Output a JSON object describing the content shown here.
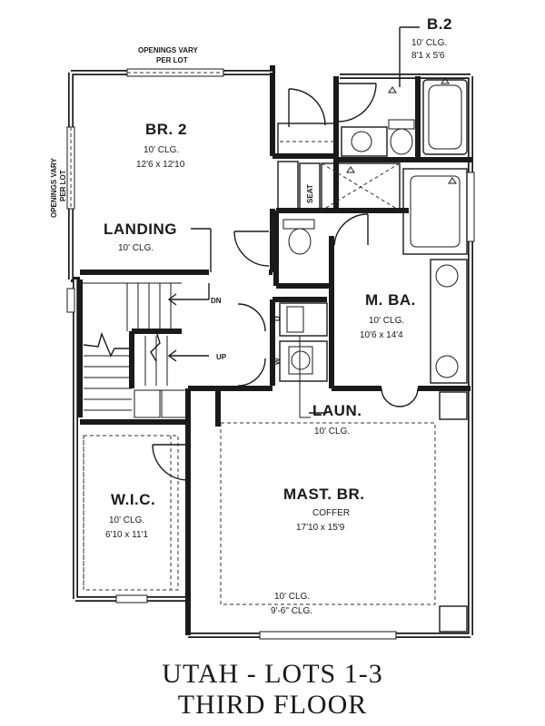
{
  "rooms": {
    "bath2": {
      "name": "B.2",
      "ceiling": "10' CLG.",
      "size": "8'1 x 5'6"
    },
    "bedroom2": {
      "name": "BR. 2",
      "ceiling": "10' CLG.",
      "size": "12'6 x 12'10"
    },
    "landing": {
      "name": "LANDING",
      "ceiling": "10' CLG."
    },
    "master_bath": {
      "name": "M. BA.",
      "ceiling": "10' CLG.",
      "size": "10'6 x 14'4"
    },
    "laundry": {
      "name": "LAUN.",
      "ceiling": "10' CLG."
    },
    "walk_in_closet": {
      "name": "W.I.C.",
      "ceiling": "10' CLG.",
      "size": "6'10 x 11'1"
    },
    "master_bedroom": {
      "name": "MAST. BR.",
      "ceiling_type": "COFFER",
      "size": "17'10 x 15'9",
      "ceiling_note_1": "10' CLG.",
      "ceiling_note_2": "9'-6\" CLG."
    }
  },
  "notes": {
    "openings_top_line1": "OPENINGS VARY",
    "openings_top_line2": "PER LOT",
    "openings_left_line1": "OPENINGS VARY",
    "openings_left_line2": "PER LOT"
  },
  "fixtures": {
    "seat": "SEAT",
    "dryer": "D",
    "washer": "W"
  },
  "stairs": {
    "down": "DN",
    "up": "UP"
  },
  "title": {
    "line1": "UTAH - LOTS 1-3",
    "line2": "THIRD FLOOR"
  }
}
